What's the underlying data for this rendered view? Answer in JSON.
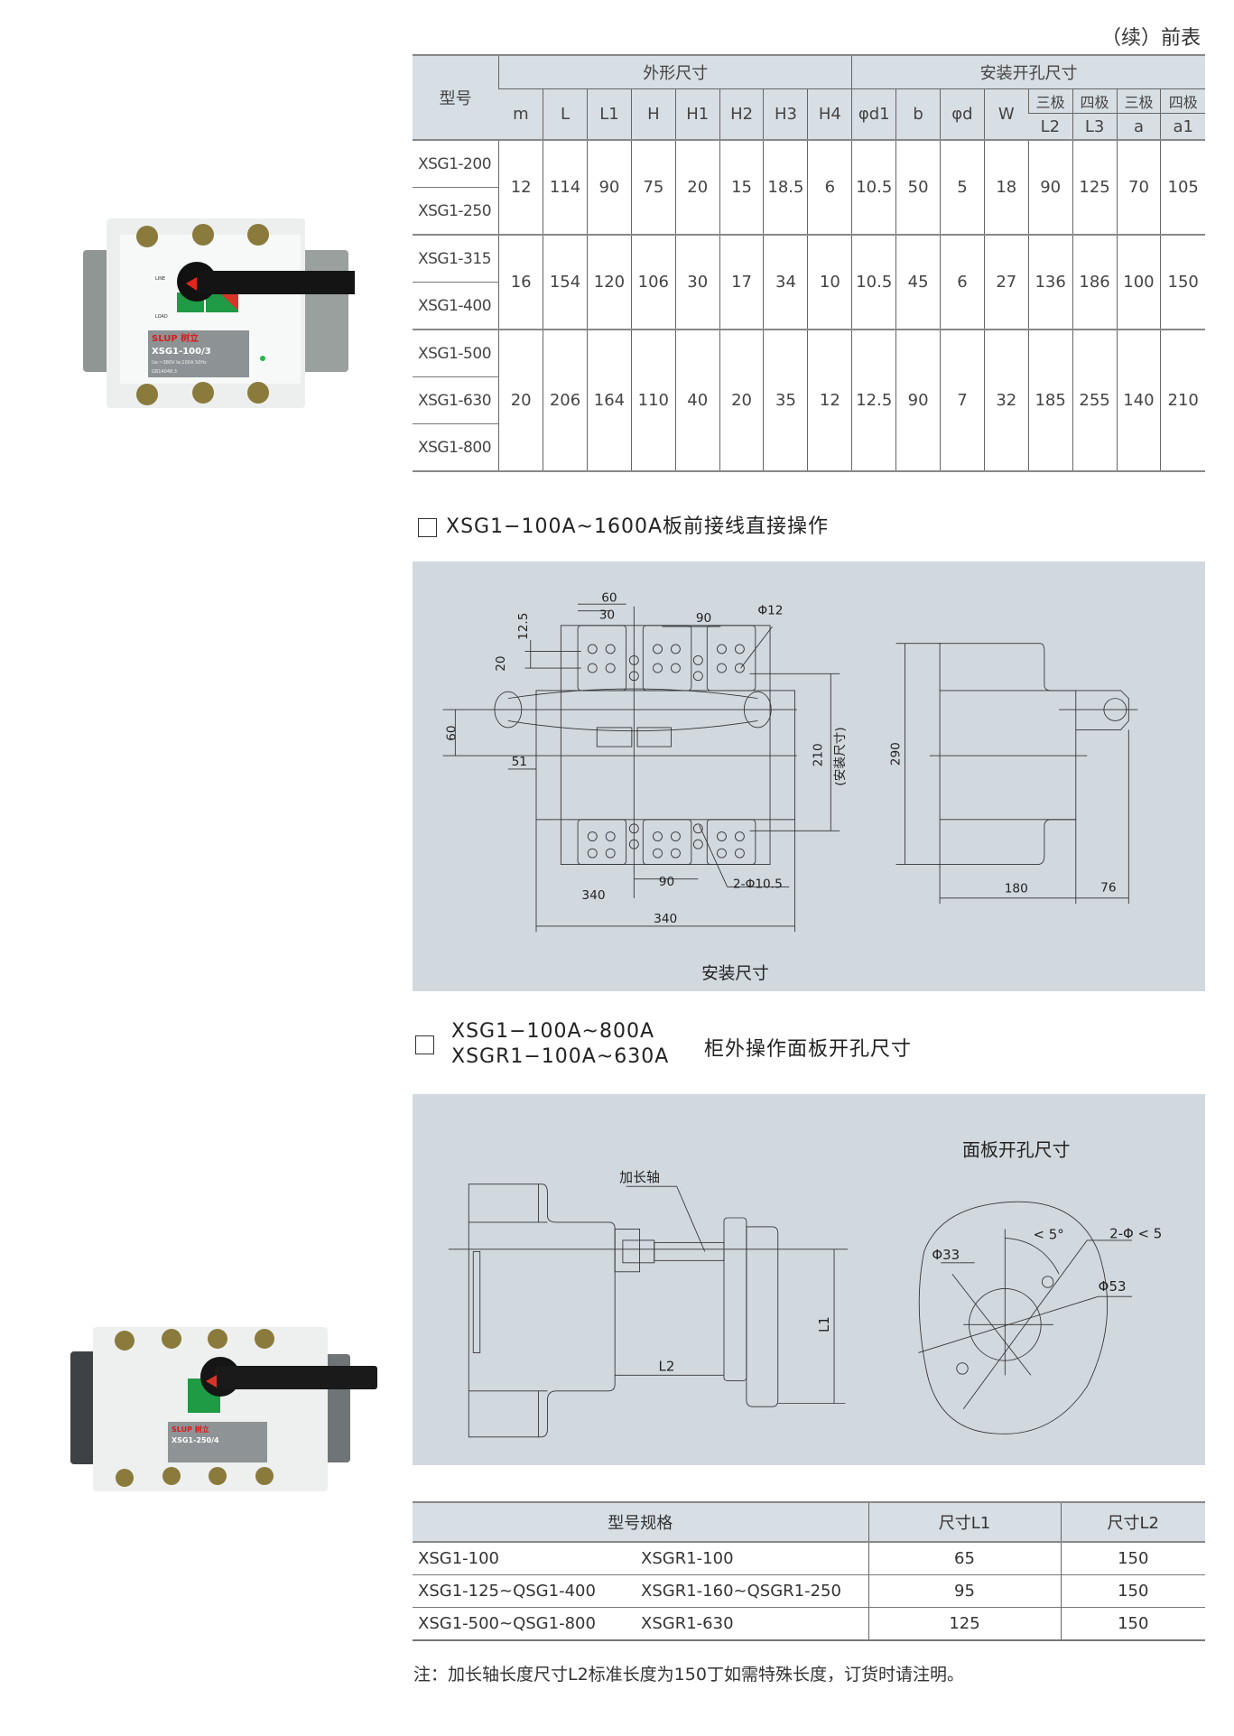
{
  "page": {
    "continued_label": "（续）前表"
  },
  "spec_table": {
    "model_header": "型号",
    "group_headers": [
      "外形尺寸",
      "安装开孔尺寸"
    ],
    "outline_columns": [
      "m",
      "L",
      "L1",
      "H",
      "H1",
      "H2",
      "H3",
      "H4"
    ],
    "mount_columns": [
      "φd1",
      "b",
      "φd",
      "W"
    ],
    "pole_columns": [
      {
        "pole": "三极",
        "sub": "L2"
      },
      {
        "pole": "四极",
        "sub": "L3"
      },
      {
        "pole": "三极",
        "sub": "a"
      },
      {
        "pole": "四极",
        "sub": "a1"
      }
    ],
    "groups": [
      {
        "models": [
          "XSG1-200",
          "XSG1-250"
        ],
        "values": [
          "12",
          "114",
          "90",
          "75",
          "20",
          "15",
          "18.5",
          "6",
          "10.5",
          "50",
          "5",
          "18",
          "90",
          "125",
          "70",
          "105"
        ]
      },
      {
        "models": [
          "XSG1-315",
          "XSG1-400"
        ],
        "values": [
          "16",
          "154",
          "120",
          "106",
          "30",
          "17",
          "34",
          "10",
          "10.5",
          "45",
          "6",
          "27",
          "136",
          "186",
          "100",
          "150"
        ]
      },
      {
        "models": [
          "XSG1-500",
          "XSG1-630",
          "XSG1-800"
        ],
        "values": [
          "20",
          "206",
          "164",
          "110",
          "40",
          "20",
          "35",
          "12",
          "12.5",
          "90",
          "7",
          "32",
          "185",
          "255",
          "140",
          "210"
        ]
      }
    ]
  },
  "product1": {
    "brand": "SLUP",
    "brand_cn": "树立",
    "model": "XSG1-100/3",
    "line": "LINE",
    "load": "LOAD",
    "rating": "Ue:~380V  Ie:100A  50Hz",
    "standard": "GB14048.3"
  },
  "product2": {
    "brand": "SLUP",
    "brand_cn": "树立",
    "model": "XSG1-250/4"
  },
  "section1": {
    "title": "XSG1−100A~1600A板前接线直接操作"
  },
  "drawing1": {
    "labels": {
      "d60": "60",
      "d30": "30",
      "d12_5": "12.5",
      "d20": "20",
      "d90_top": "90",
      "phi12": "Φ12",
      "d60_left": "60",
      "d51": "51",
      "d210": "210",
      "d210_note": "(安装尺寸)",
      "d290": "290",
      "d90_bottom": "90",
      "phi10_5": "2-Φ10.5",
      "d340_a": "340",
      "d340_b": "340",
      "d180": "180",
      "d76": "76"
    },
    "caption": "安装尺寸"
  },
  "section2": {
    "line1": "XSG1−100A~800A",
    "line2": "XSGR1−100A~630A",
    "title": "柜外操作面板开孔尺寸"
  },
  "drawing2": {
    "title": "面板开孔尺寸",
    "labels": {
      "shaft": "加长轴",
      "L1": "L1",
      "L2": "L2",
      "phi33": "Φ33",
      "angle": "< 5°",
      "holes": "2-Φ < 5",
      "phi53": "Φ53"
    }
  },
  "l_table": {
    "headers": [
      "型号规格",
      "尺寸L1",
      "尺寸L2"
    ],
    "rows": [
      {
        "xsg": "XSG1-100",
        "xsgr": "XSGR1-100",
        "l1": "65",
        "l2": "150"
      },
      {
        "xsg": "XSG1-125~QSG1-400",
        "xsgr": "XSGR1-160~QSGR1-250",
        "l1": "95",
        "l2": "150"
      },
      {
        "xsg": "XSG1-500~QSG1-800",
        "xsgr": "XSGR1-630",
        "l1": "125",
        "l2": "150"
      }
    ]
  },
  "note": "注：加长轴长度尺寸L2标准长度为150丁如需特殊长度，订货时请注明。"
}
